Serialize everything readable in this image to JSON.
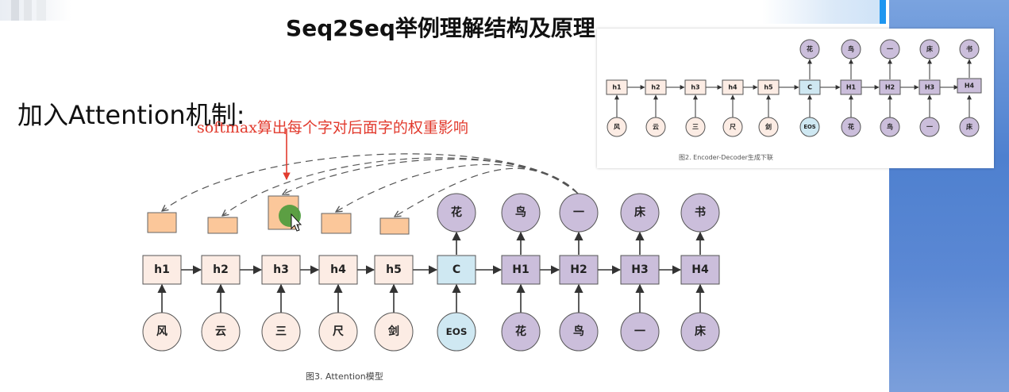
{
  "title": "Seq2Seq举例理解结构及原理",
  "heading": "加入Attention机制:",
  "annotation": "softmax算出每个字对后面字的权重影响",
  "main_diagram": {
    "caption": "图3. Attention模型",
    "encoder_inputs": [
      "风",
      "云",
      "三",
      "尺",
      "剑",
      "EOS"
    ],
    "encoder_states": [
      "h1",
      "h2",
      "h3",
      "h4",
      "h5",
      "C"
    ],
    "decoder_states": [
      "H1",
      "H2",
      "H3",
      "H4"
    ],
    "decoder_inputs": [
      "花",
      "鸟",
      "一",
      "床"
    ],
    "outputs": [
      "花",
      "鸟",
      "一",
      "床",
      "书"
    ]
  },
  "inset_diagram": {
    "caption": "图2. Encoder-Decoder生成下联",
    "encoder_inputs": [
      "风",
      "云",
      "三",
      "尺",
      "剑",
      "EOS"
    ],
    "encoder_states": [
      "h1",
      "h2",
      "h3",
      "h4",
      "h5",
      "C"
    ],
    "decoder_states": [
      "H1",
      "H2",
      "H3",
      "H4"
    ],
    "decoder_inputs": [
      "花",
      "鸟",
      "一",
      "床"
    ],
    "outputs": [
      "花",
      "鸟",
      "一",
      "床",
      "书"
    ]
  },
  "colors": {
    "encoder_box": "#fcece4",
    "context_box": "#cfe8f2",
    "decoder_box": "#cbbedb",
    "weight_box": "#fbc79a",
    "annotation": "#e23b2e",
    "cursor_dot": "#4a9a3a"
  }
}
